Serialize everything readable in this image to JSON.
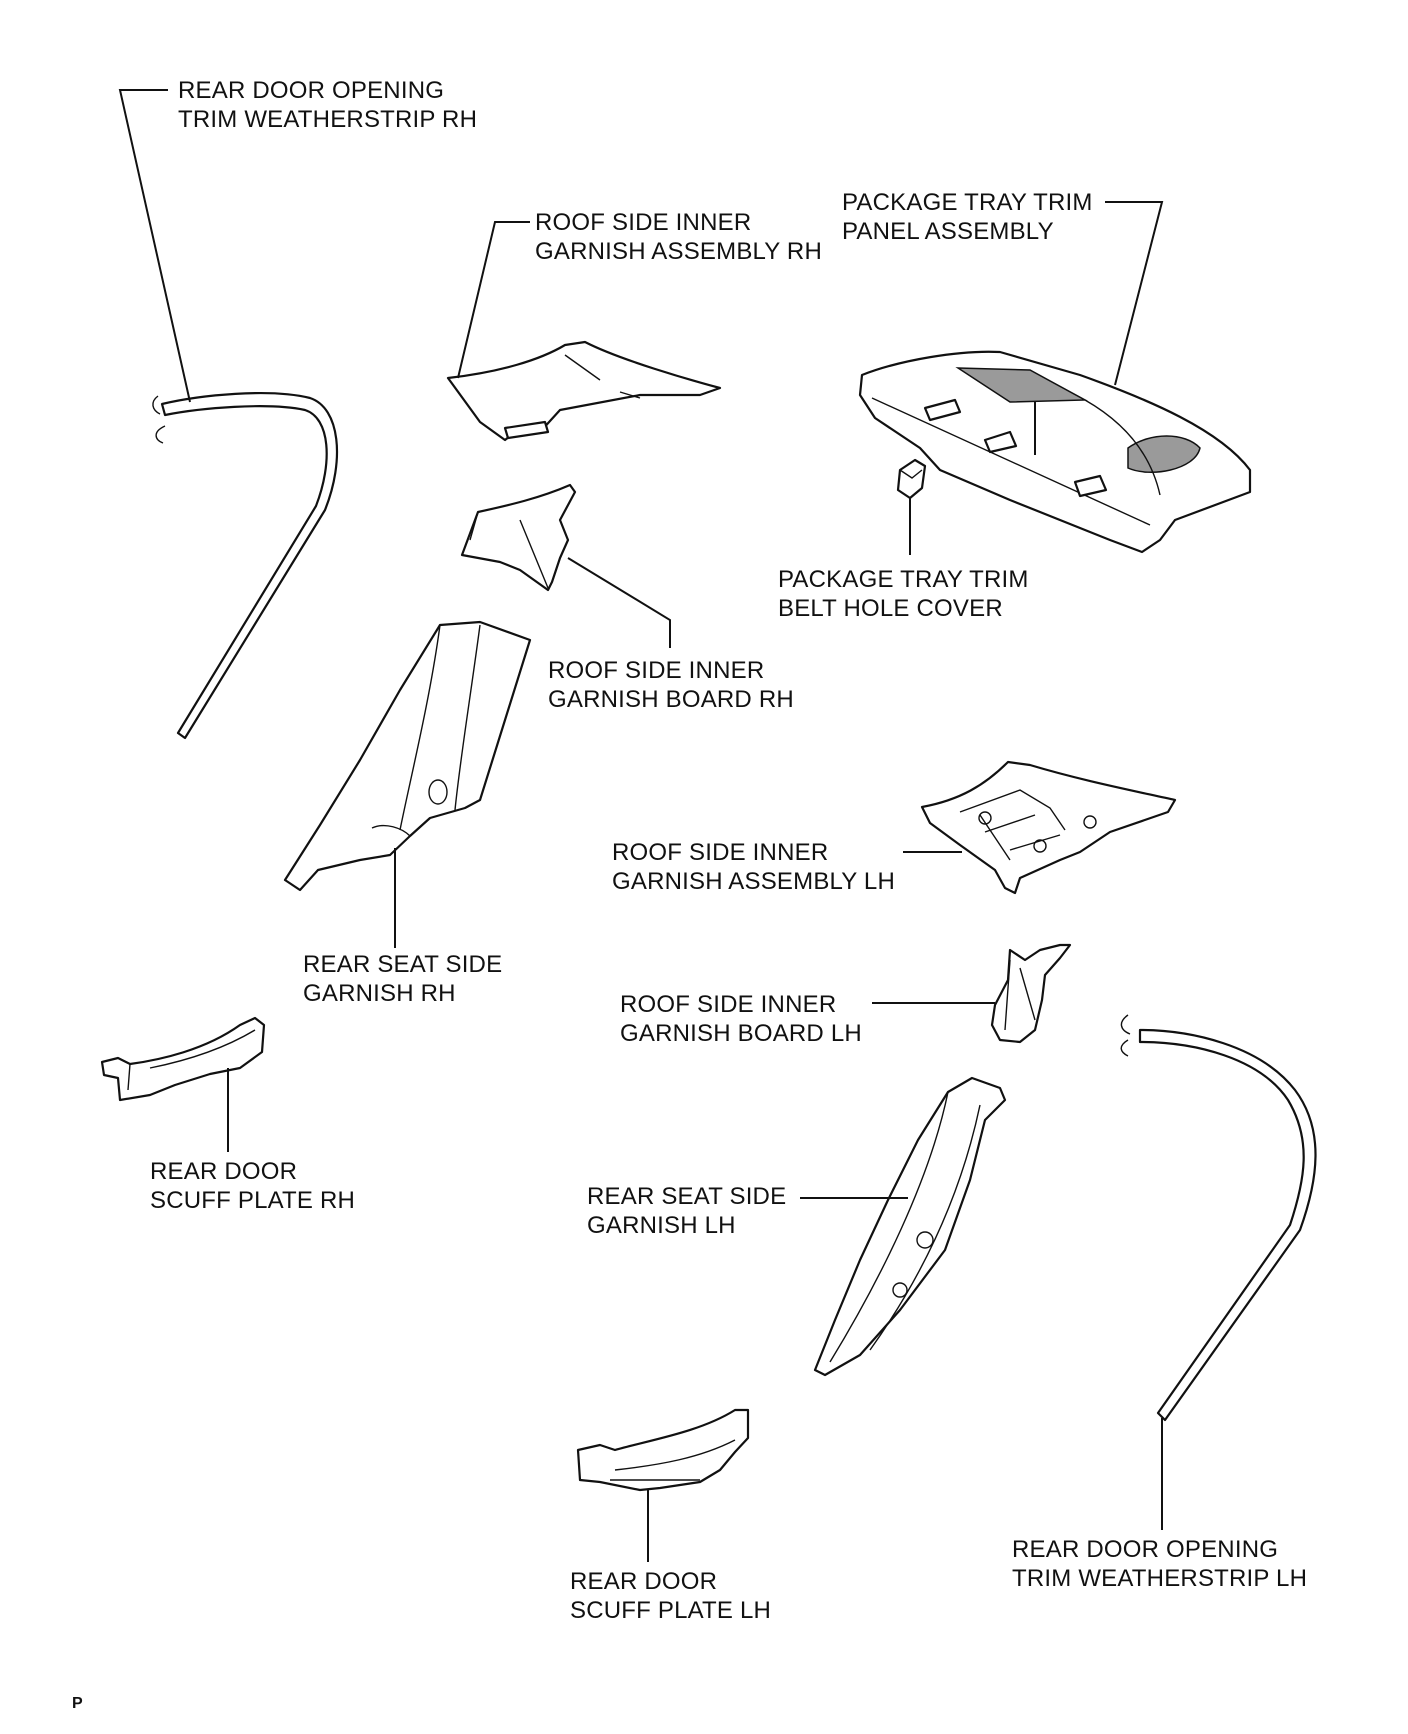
{
  "labels": {
    "weatherstrip_rh": [
      "REAR DOOR OPENING",
      "TRIM WEATHERSTRIP RH"
    ],
    "roof_garnish_assy_rh": [
      "ROOF SIDE INNER",
      "GARNISH ASSEMBLY RH"
    ],
    "package_tray_panel": [
      "PACKAGE TRAY TRIM",
      "PANEL ASSEMBLY"
    ],
    "belt_hole_cover": [
      "PACKAGE TRAY TRIM",
      "BELT HOLE COVER"
    ],
    "roof_garnish_board_rh": [
      "ROOF SIDE INNER",
      "GARNISH BOARD RH"
    ],
    "roof_garnish_assy_lh": [
      "ROOF SIDE INNER",
      "GARNISH ASSEMBLY LH"
    ],
    "rear_seat_garnish_rh": [
      "REAR SEAT SIDE",
      "GARNISH RH"
    ],
    "roof_garnish_board_lh": [
      "ROOF SIDE INNER",
      "GARNISH BOARD LH"
    ],
    "scuff_plate_rh": [
      "REAR DOOR",
      "SCUFF PLATE RH"
    ],
    "rear_seat_garnish_lh": [
      "REAR SEAT SIDE",
      "GARNISH LH"
    ],
    "weatherstrip_lh": [
      "REAR DOOR OPENING",
      "TRIM WEATHERSTRIP LH"
    ],
    "scuff_plate_lh": [
      "REAR DOOR",
      "SCUFF PLATE LH"
    ]
  },
  "footer_mark": "P"
}
